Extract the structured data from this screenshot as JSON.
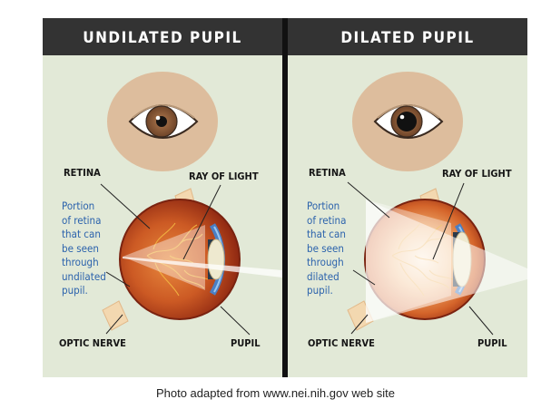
{
  "panels": [
    {
      "title": "UNDILATED PUPIL",
      "labels": {
        "retina": "RETINA",
        "ray": "RAY OF LIGHT",
        "optic": "OPTIC NERVE",
        "pupil": "PUPIL"
      },
      "desc": [
        "Portion",
        "of retina",
        "that can",
        "be seen",
        "through",
        "undilated",
        "pupil."
      ]
    },
    {
      "title": "DILATED PUPIL",
      "labels": {
        "retina": "RETINA",
        "ray": "RAY OF LIGHT",
        "optic": "OPTIC NERVE",
        "pupil": "PUPIL"
      },
      "desc": [
        "Portion",
        "of retina",
        "that can",
        "be seen",
        "through",
        "dilated",
        "pupil."
      ]
    }
  ],
  "caption": "Photo adapted from www.nei.nih.gov web site",
  "colors": {
    "panel_bg": "#e2e9d7",
    "header_bg": "#333333",
    "skin": "#ddbd9d",
    "iris": "#8b5a3a",
    "eyeball": "#b23a18",
    "description_text": "#2b62ac"
  }
}
